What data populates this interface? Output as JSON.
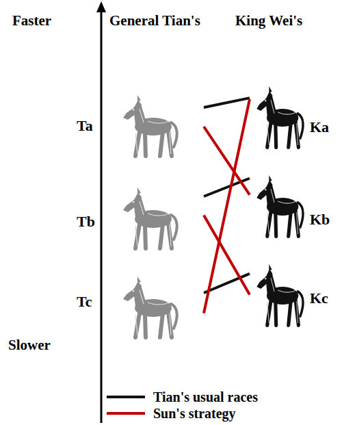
{
  "diagram": {
    "nodes": [
      {
        "text": [
          "Ta"
        ]
      },
      {
        "text": [
          "Tb"
        ]
      },
      {
        "text": [
          "Tc"
        ]
      },
      {
        "text": [
          "Ka"
        ]
      },
      {
        "text": [
          "Kb"
        ]
      },
      {
        "text": [
          "Kc"
        ]
      }
    ],
    "edges": [
      {
        "from": 0,
        "to": 3,
        "arrow": "none"
      },
      {
        "from": 1,
        "to": 4,
        "arrow": "none"
      },
      {
        "from": 2,
        "to": 5,
        "arrow": "none"
      },
      {
        "from": 0,
        "to": 4,
        "arrow": "none"
      },
      {
        "from": 1,
        "to": 5,
        "arrow": "none"
      },
      {
        "from": 2,
        "to": 3,
        "arrow": "none"
      }
    ],
    "labels": [
      "Faster",
      "Slower",
      "General Tian's",
      "King Wei's"
    ],
    "legend": [
      {
        "text": "Tian's usual races"
      },
      {
        "text": "Sun's strategy"
      }
    ]
  }
}
